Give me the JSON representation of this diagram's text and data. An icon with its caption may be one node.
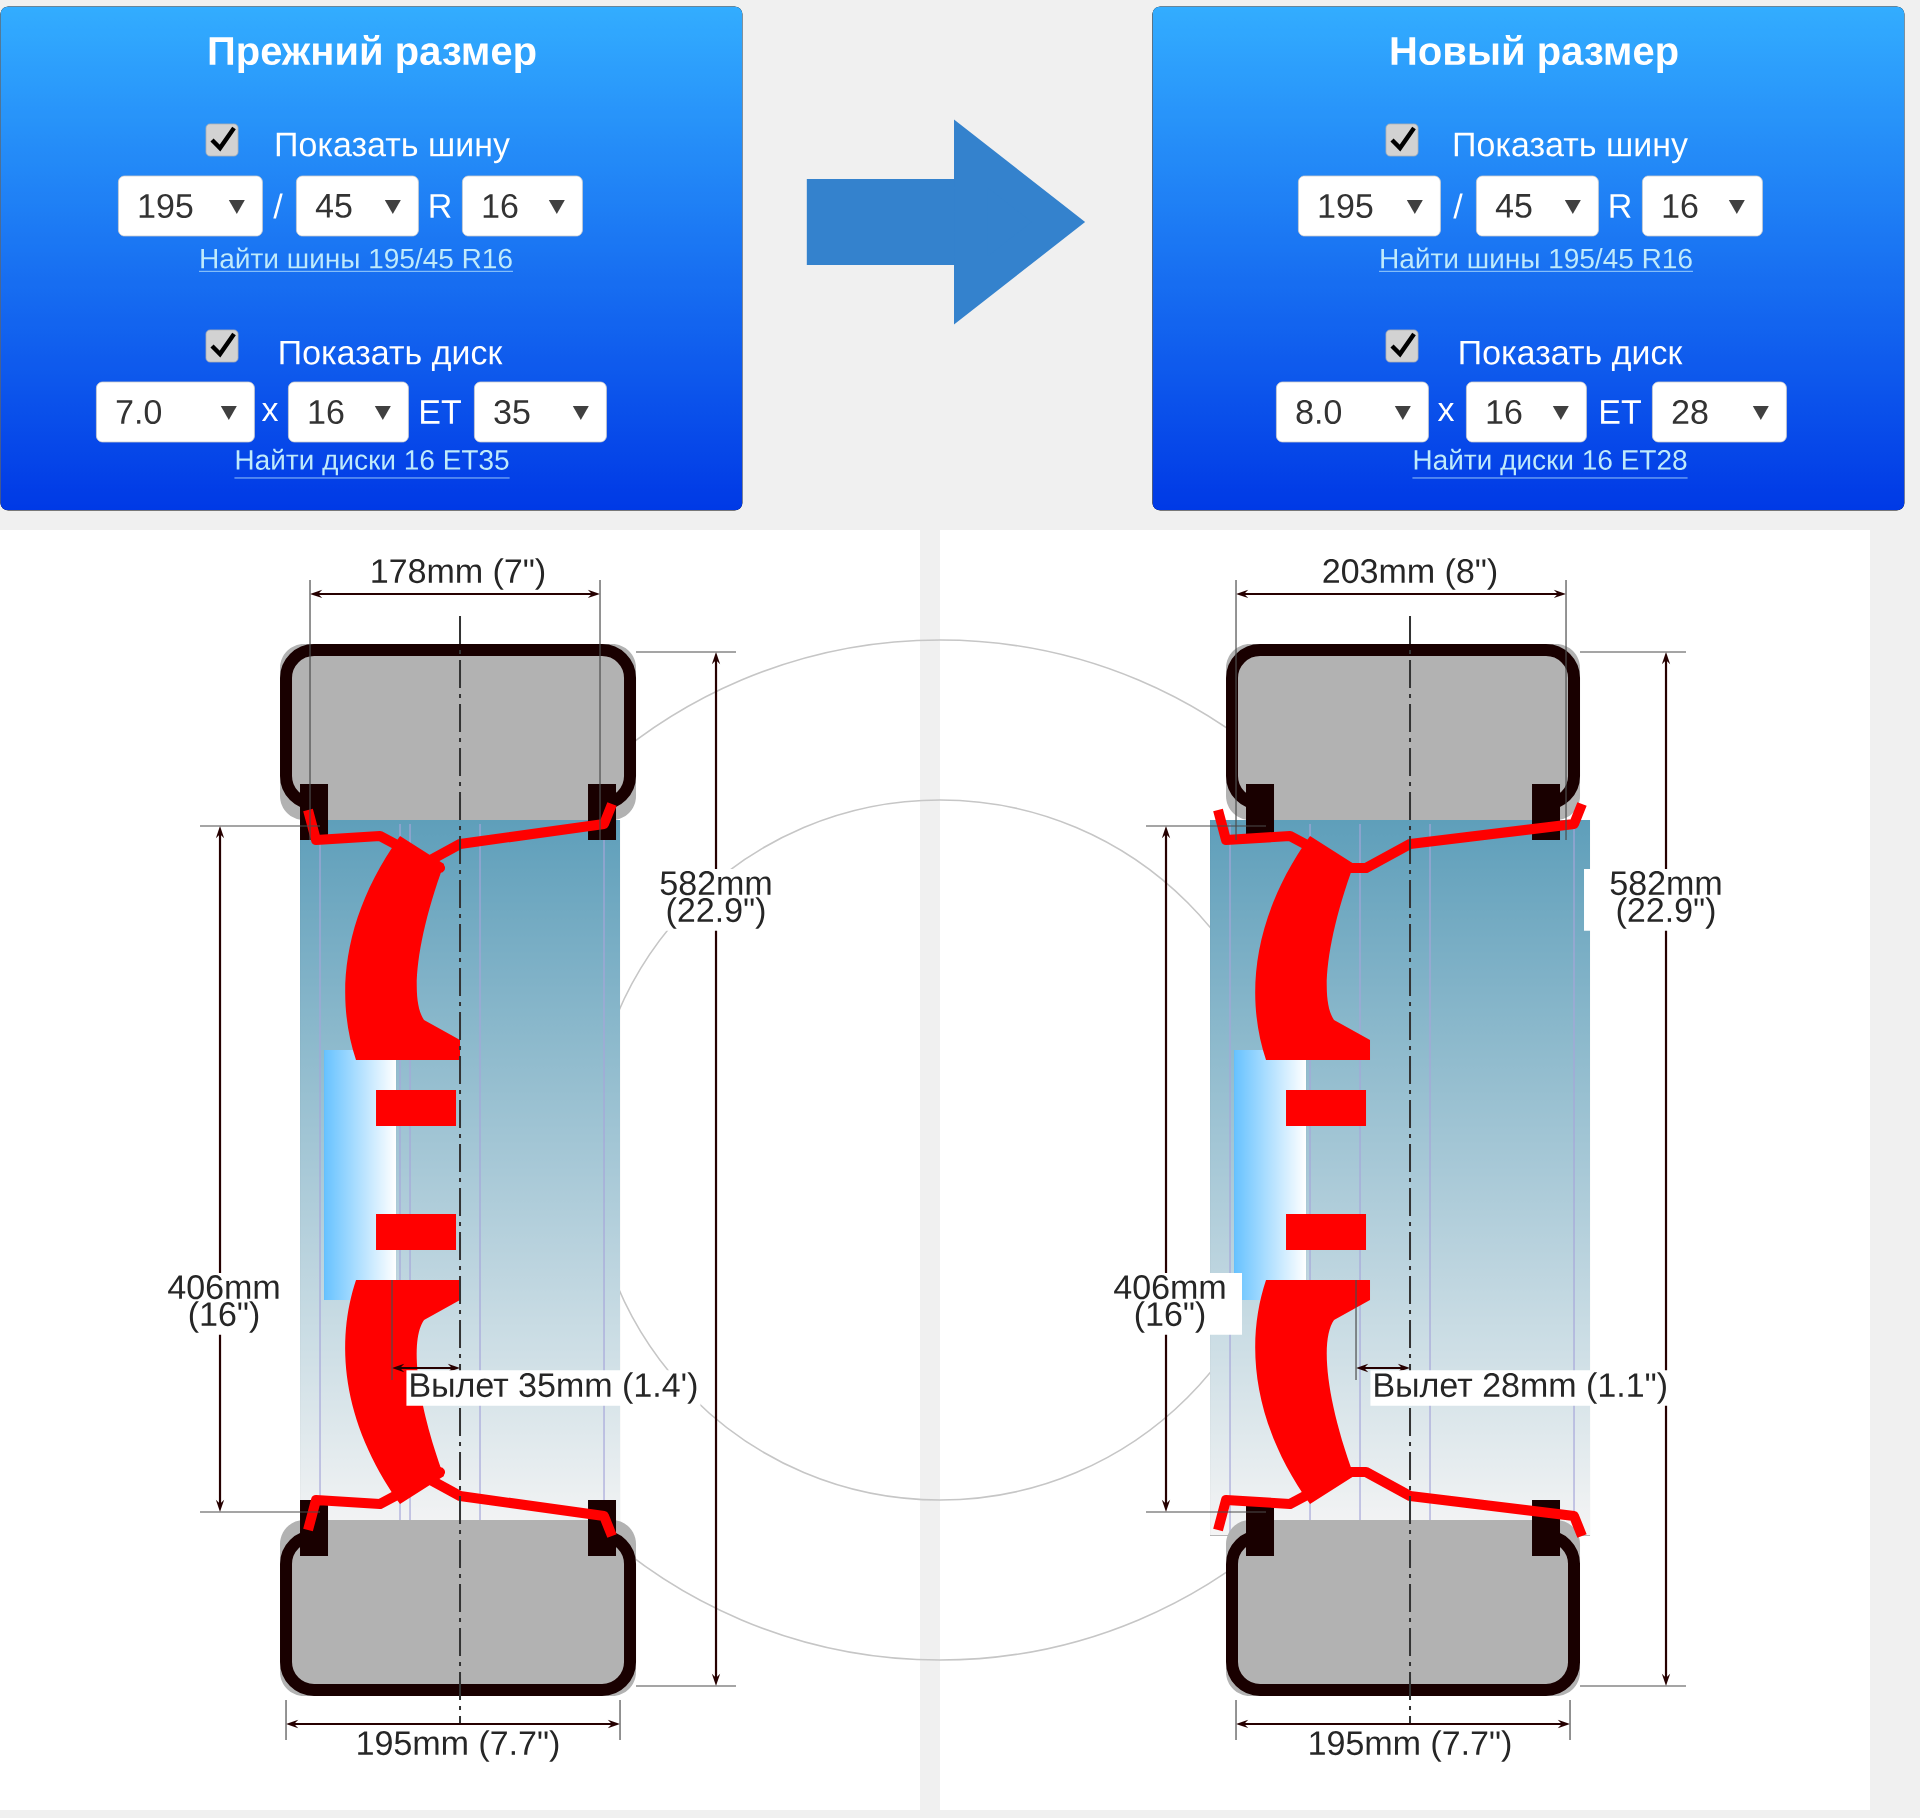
{
  "diagram": {
    "nodes": [
      {
        "text": [
          "Прежний размер",
          "Показать шину",
          "/",
          "R",
          "Найти шины 195/45 R16",
          "Показать диск",
          "x",
          "ET",
          "Найти диски 16 ET35"
        ]
      },
      {
        "text": [
          "195"
        ],
        "in": 0
      },
      {
        "text": [
          "45"
        ],
        "in": 0
      },
      {
        "text": [
          "16"
        ],
        "in": 0
      },
      {
        "text": [
          "7.0"
        ],
        "in": 0
      },
      {
        "text": [
          "16"
        ],
        "in": 0
      },
      {
        "text": [
          "35"
        ],
        "in": 0
      },
      {
        "text": [
          "Новый размер",
          "Показать шину",
          "/",
          "R",
          "Найти шины 195/45 R16",
          "Показать диск",
          "x",
          "ET",
          "Найти диски 16 ET28"
        ]
      },
      {
        "text": [
          "195"
        ],
        "in": 7
      },
      {
        "text": [
          "45"
        ],
        "in": 7
      },
      {
        "text": [
          "16"
        ],
        "in": 7
      },
      {
        "text": [
          "8.0"
        ],
        "in": 7
      },
      {
        "text": [
          "16"
        ],
        "in": 7
      },
      {
        "text": [
          "28"
        ],
        "in": 7
      }
    ],
    "edges": [
      {
        "from": 0,
        "to": 7,
        "arrow": "to"
      }
    ],
    "labels": [
      "178mm (7\")",
      "582mm (22.9\")",
      "406mm (16\")",
      "Вылет 35mm (1.4')",
      "195mm (7.7\")",
      "203mm (8\")",
      "582mm (22.9\")",
      "406mm (16\")",
      "Вылет 28mm (1.1\")",
      "195mm (7.7\")"
    ]
  }
}
